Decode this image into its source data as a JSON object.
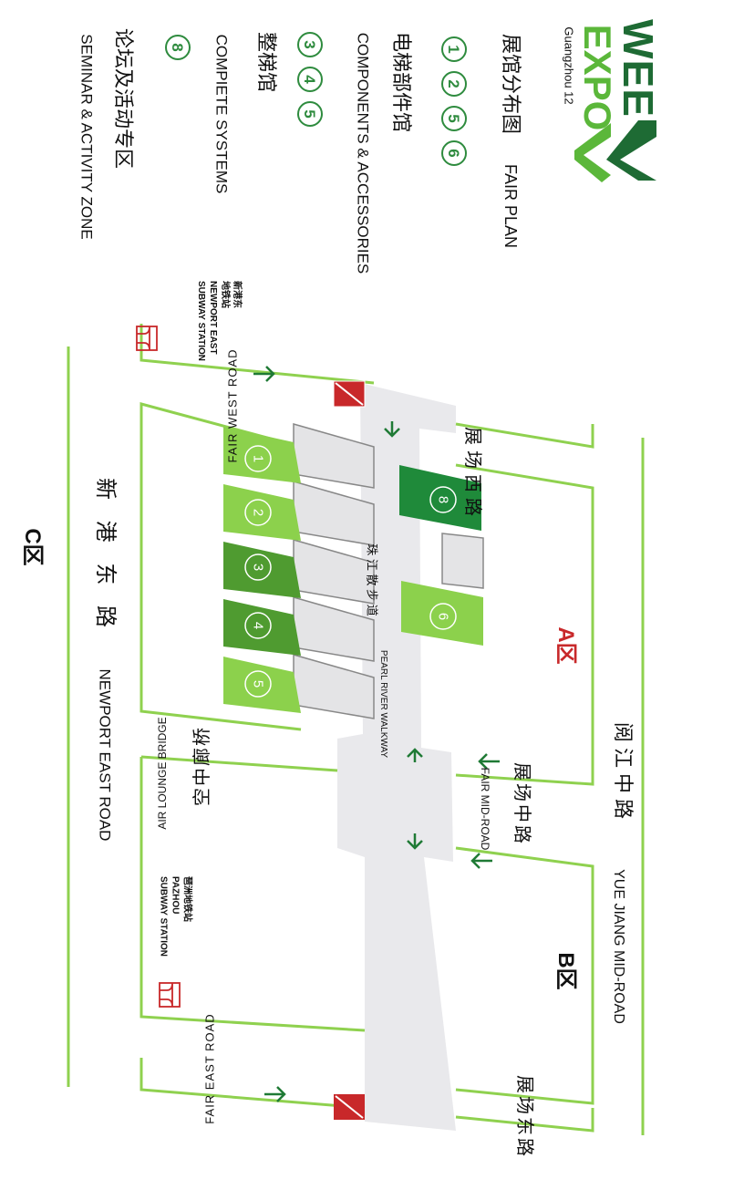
{
  "logo": {
    "line1": "WEE",
    "line2": "EXPO",
    "subtitle": "Guangzhou 12"
  },
  "legend": {
    "title_cn": "展馆分布图",
    "title_en": "FAIR PLAN",
    "components": {
      "halls": [
        "1",
        "2",
        "5",
        "6"
      ],
      "cn": "电梯部件馆",
      "en": "COMPONENTS & ACCESSORIES"
    },
    "complete": {
      "halls": [
        "3",
        "4",
        "5"
      ],
      "cn": "整梯馆",
      "en": "COMPIETE  SYSTEMS"
    },
    "seminar": {
      "halls": [
        "8"
      ],
      "cn": "论坛及活动专区",
      "en": "SEMINAR & ACTIVITY ZONE"
    }
  },
  "map": {
    "halls": [
      "1",
      "2",
      "3",
      "4",
      "5",
      "6",
      "8"
    ],
    "subway_west": {
      "cn1": "新港东",
      "cn2": "地铁站",
      "en1": "NEWPORT  EAST",
      "en2": "SUBWAY  STATION"
    },
    "subway_east": {
      "cn": "琶洲地铁站",
      "en1": "PAZHOU",
      "en2": "SUBWAY  STATION"
    },
    "fair_west_road_cn": "展场西路",
    "fair_west_road_en": "FAIR  WEST  ROAD",
    "walkway_cn": "珠 江 散 步 道",
    "walkway_en": "PEARL  RIVER  WALKWAY",
    "zone_a": "A区",
    "zone_b": "B区",
    "zone_c": "C区",
    "yuejiang_cn": "阅 江 中 路",
    "yuejiang_en": "YUE  JIANG  MID-ROAD",
    "fair_mid_cn": "展场中路",
    "fair_mid_en": "FAIR MID-ROAD",
    "fair_east_cn": "展场东路",
    "fair_east_en": "FAIR  EAST  ROAD",
    "bridge_cn": "空中廊桥",
    "bridge_en": "AIR LOUNGE BRIDGE",
    "newport_cn": "新 港 东 路",
    "newport_en": "NEWPORT  EAST  ROAD"
  },
  "colors": {
    "light_green": "#8cd14c",
    "dark_green": "#1f8a3a",
    "mid_green": "#4f9b30",
    "road": "#8fd14f",
    "red": "#c8282a"
  }
}
